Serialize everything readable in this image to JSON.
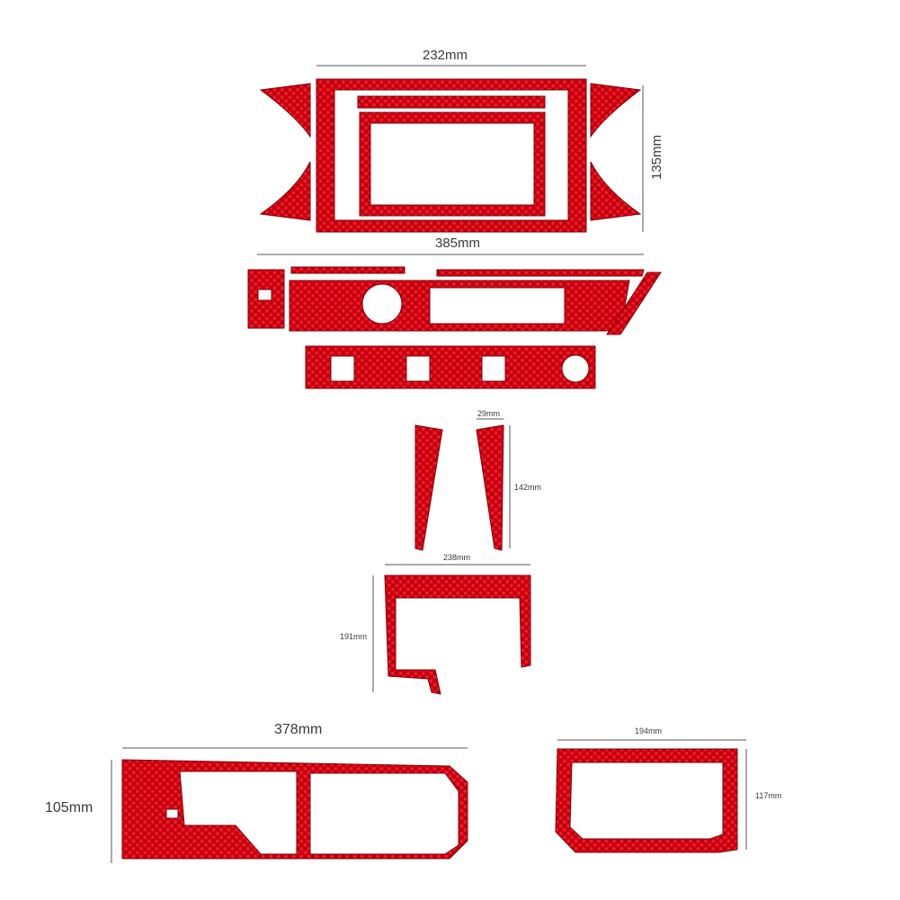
{
  "colors": {
    "carbon_red": "#d90010",
    "carbon_dark": "#7a0008",
    "dimension_line": "#555555"
  },
  "dimensions": {
    "screen_frame_width": "232mm",
    "screen_frame_height": "135mm",
    "dash_strip_width": "385mm",
    "pillar_strip_width": "29mm",
    "pillar_strip_height": "142mm",
    "console_frame_width": "238mm",
    "console_frame_height": "191mm",
    "door_panel_width": "378mm",
    "door_panel_height": "105mm",
    "small_frame_width": "194mm",
    "small_frame_height": "117mm"
  }
}
